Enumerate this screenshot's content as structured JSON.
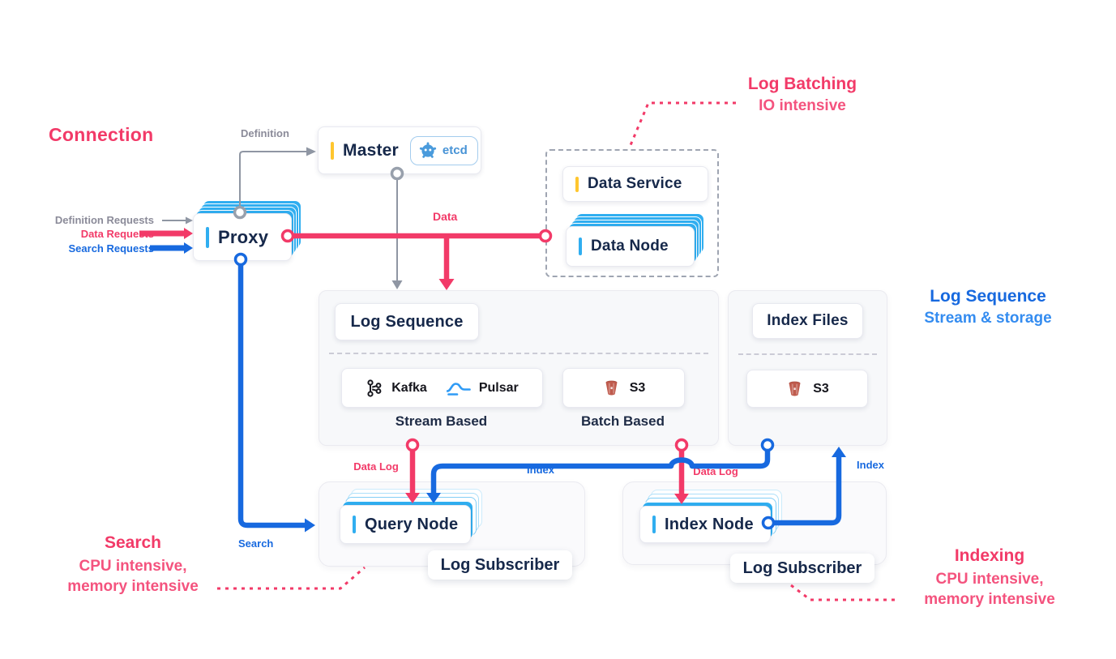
{
  "titles": {
    "connection": "Connection"
  },
  "legend": {
    "definition": "Definition Requests",
    "data": "Data Requests",
    "search": "Search Requests"
  },
  "nodes": {
    "proxy": "Proxy",
    "master": "Master",
    "etcd": "etcd",
    "data_service": "Data Service",
    "data_node": "Data Node",
    "log_sequence": "Log Sequence",
    "kafka": "Kafka",
    "pulsar": "Pulsar",
    "s3": "S3",
    "stream_based": "Stream Based",
    "batch_based": "Batch Based",
    "index_files": "Index Files",
    "query_node": "Query Node",
    "index_node": "Index Node",
    "log_subscriber": "Log Subscriber"
  },
  "edges": {
    "definition": "Definition",
    "data": "Data",
    "data_log": "Data Log",
    "index": "Index",
    "search": "Search"
  },
  "annotations": {
    "log_batching": {
      "title": "Log Batching",
      "subtitle": "IO intensive"
    },
    "log_sequence": {
      "title": "Log Sequence",
      "subtitle": "Stream & storage"
    },
    "search": {
      "title": "Search",
      "line1": "CPU intensive,",
      "line2": "memory intensive"
    },
    "indexing": {
      "title": "Indexing",
      "line1": "CPU intensive,",
      "line2": "memory intensive"
    }
  },
  "colors": {
    "pink": "#F23A68",
    "pink2": "#F4537E",
    "blue": "#1769DF",
    "blue2": "#348CF0",
    "cyan": "#30AEF0",
    "navy": "#16284A",
    "gray": "#8F96A3",
    "graytxt": "#8B8B99",
    "yellow": "#FFC62E",
    "s3red": "#BF5B4D",
    "etcd": "#4A9BDC"
  }
}
